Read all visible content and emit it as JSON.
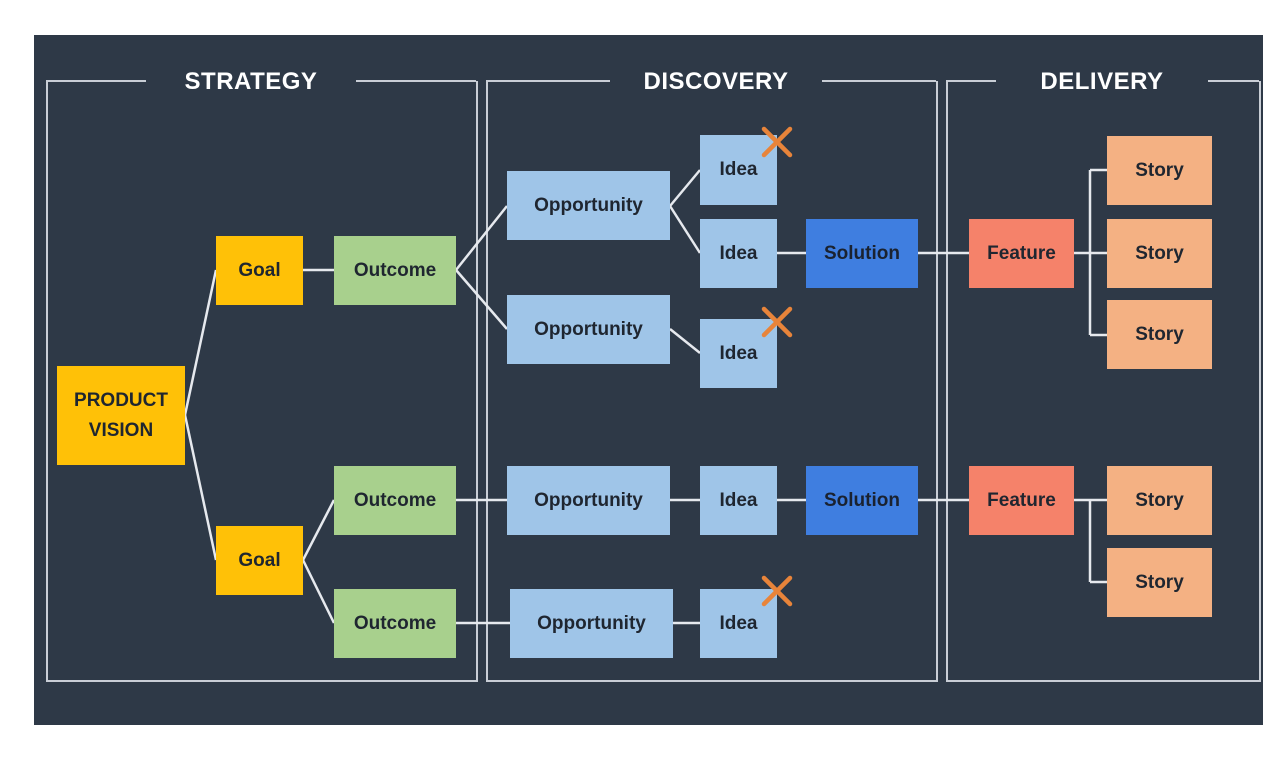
{
  "sections": {
    "strategy": "STRATEGY",
    "discovery": "DISCOVERY",
    "delivery": "DELIVERY"
  },
  "nodes": {
    "product_vision": "PRODUCT\nVISION",
    "goal": "Goal",
    "outcome": "Outcome",
    "opportunity": "Opportunity",
    "idea": "Idea",
    "solution": "Solution",
    "feature": "Feature",
    "story": "Story"
  },
  "colors": {
    "background": "#2e3947",
    "vision_goal": "#ffc107",
    "outcome": "#a8d08d",
    "opportunity_idea": "#9fc5e8",
    "solution": "#3f7ee0",
    "feature": "#f5826a",
    "story": "#f4b183",
    "rejected_mark": "#e8843a"
  },
  "icons": {
    "rejected": "cross-icon"
  }
}
